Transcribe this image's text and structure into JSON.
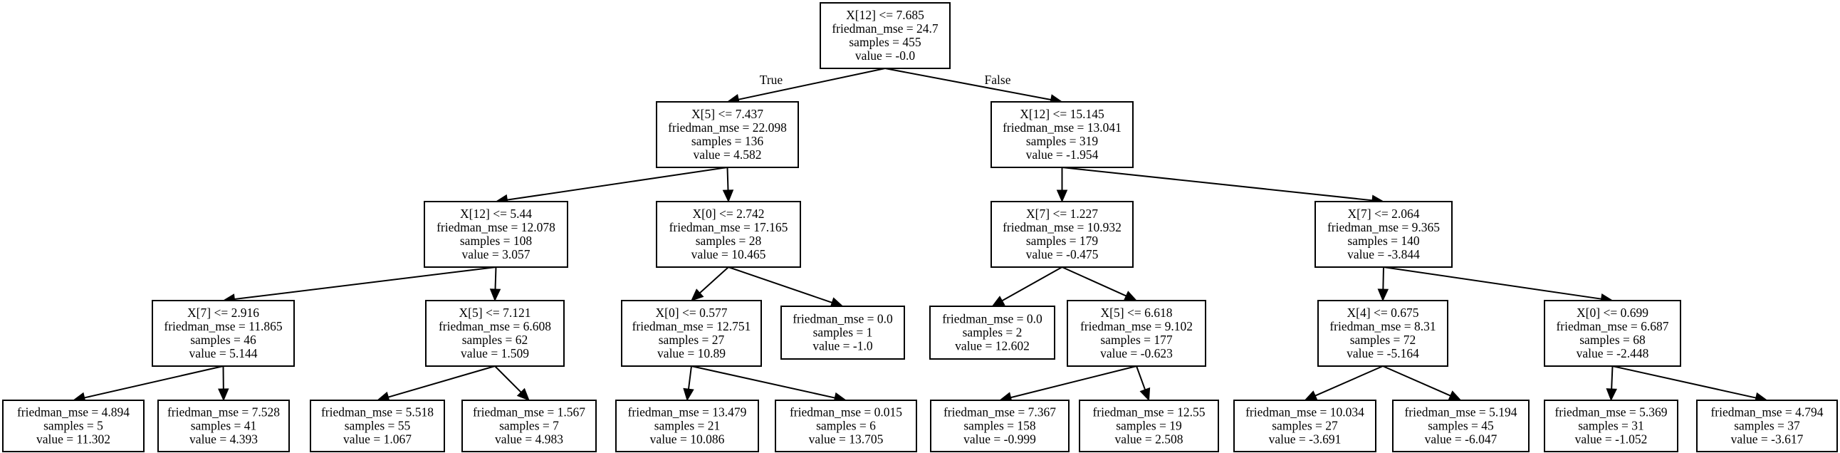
{
  "nodes": [
    {
      "id": "n0",
      "lines": [
        "X[12] <= 7.685",
        "friedman_mse = 24.7",
        "samples = 455",
        "value = -0.0"
      ]
    },
    {
      "id": "n1",
      "lines": [
        "X[5] <= 7.437",
        "friedman_mse = 22.098",
        "samples = 136",
        "value = 4.582"
      ]
    },
    {
      "id": "n2",
      "lines": [
        "X[12] <= 15.145",
        "friedman_mse = 13.041",
        "samples = 319",
        "value = -1.954"
      ]
    },
    {
      "id": "n3",
      "lines": [
        "X[12] <= 5.44",
        "friedman_mse = 12.078",
        "samples = 108",
        "value = 3.057"
      ]
    },
    {
      "id": "n4",
      "lines": [
        "X[0] <= 2.742",
        "friedman_mse = 17.165",
        "samples = 28",
        "value = 10.465"
      ]
    },
    {
      "id": "n5",
      "lines": [
        "X[7] <= 1.227",
        "friedman_mse = 10.932",
        "samples = 179",
        "value = -0.475"
      ]
    },
    {
      "id": "n6",
      "lines": [
        "X[7] <= 2.064",
        "friedman_mse = 9.365",
        "samples = 140",
        "value = -3.844"
      ]
    },
    {
      "id": "n7",
      "lines": [
        "X[7] <= 2.916",
        "friedman_mse = 11.865",
        "samples = 46",
        "value = 5.144"
      ]
    },
    {
      "id": "n8",
      "lines": [
        "X[5] <= 7.121",
        "friedman_mse = 6.608",
        "samples = 62",
        "value = 1.509"
      ]
    },
    {
      "id": "n9",
      "lines": [
        "X[0] <= 0.577",
        "friedman_mse = 12.751",
        "samples = 27",
        "value = 10.89"
      ]
    },
    {
      "id": "n10",
      "lines": [
        "friedman_mse = 0.0",
        "samples = 1",
        "value = -1.0"
      ]
    },
    {
      "id": "n11",
      "lines": [
        "friedman_mse = 0.0",
        "samples = 2",
        "value = 12.602"
      ]
    },
    {
      "id": "n12",
      "lines": [
        "X[5] <= 6.618",
        "friedman_mse = 9.102",
        "samples = 177",
        "value = -0.623"
      ]
    },
    {
      "id": "n13",
      "lines": [
        "X[4] <= 0.675",
        "friedman_mse = 8.31",
        "samples = 72",
        "value = -5.164"
      ]
    },
    {
      "id": "n14",
      "lines": [
        "X[0] <= 0.699",
        "friedman_mse = 6.687",
        "samples = 68",
        "value = -2.448"
      ]
    },
    {
      "id": "n15",
      "lines": [
        "friedman_mse = 4.894",
        "samples = 5",
        "value = 11.302"
      ]
    },
    {
      "id": "n16",
      "lines": [
        "friedman_mse = 7.528",
        "samples = 41",
        "value = 4.393"
      ]
    },
    {
      "id": "n17",
      "lines": [
        "friedman_mse = 5.518",
        "samples = 55",
        "value = 1.067"
      ]
    },
    {
      "id": "n18",
      "lines": [
        "friedman_mse = 1.567",
        "samples = 7",
        "value = 4.983"
      ]
    },
    {
      "id": "n19",
      "lines": [
        "friedman_mse = 13.479",
        "samples = 21",
        "value = 10.086"
      ]
    },
    {
      "id": "n20",
      "lines": [
        "friedman_mse = 0.015",
        "samples = 6",
        "value = 13.705"
      ]
    },
    {
      "id": "n21",
      "lines": [
        "friedman_mse = 7.367",
        "samples = 158",
        "value = -0.999"
      ]
    },
    {
      "id": "n22",
      "lines": [
        "friedman_mse = 12.55",
        "samples = 19",
        "value = 2.508"
      ]
    },
    {
      "id": "n23",
      "lines": [
        "friedman_mse = 10.034",
        "samples = 27",
        "value = -3.691"
      ]
    },
    {
      "id": "n24",
      "lines": [
        "friedman_mse = 5.194",
        "samples = 45",
        "value = -6.047"
      ]
    },
    {
      "id": "n25",
      "lines": [
        "friedman_mse = 5.369",
        "samples = 31",
        "value = -1.052"
      ]
    },
    {
      "id": "n26",
      "lines": [
        "friedman_mse = 4.794",
        "samples = 37",
        "value = -3.617"
      ]
    }
  ],
  "edges": [
    {
      "from": "n0",
      "to": "n1",
      "label": "True"
    },
    {
      "from": "n0",
      "to": "n2",
      "label": "False"
    },
    {
      "from": "n1",
      "to": "n3"
    },
    {
      "from": "n1",
      "to": "n4"
    },
    {
      "from": "n2",
      "to": "n5"
    },
    {
      "from": "n2",
      "to": "n6"
    },
    {
      "from": "n3",
      "to": "n7"
    },
    {
      "from": "n3",
      "to": "n8"
    },
    {
      "from": "n4",
      "to": "n9"
    },
    {
      "from": "n4",
      "to": "n10"
    },
    {
      "from": "n5",
      "to": "n11"
    },
    {
      "from": "n5",
      "to": "n12"
    },
    {
      "from": "n6",
      "to": "n13"
    },
    {
      "from": "n6",
      "to": "n14"
    },
    {
      "from": "n7",
      "to": "n15"
    },
    {
      "from": "n7",
      "to": "n16"
    },
    {
      "from": "n8",
      "to": "n17"
    },
    {
      "from": "n8",
      "to": "n18"
    },
    {
      "from": "n9",
      "to": "n19"
    },
    {
      "from": "n9",
      "to": "n20"
    },
    {
      "from": "n12",
      "to": "n21"
    },
    {
      "from": "n12",
      "to": "n22"
    },
    {
      "from": "n13",
      "to": "n23"
    },
    {
      "from": "n13",
      "to": "n24"
    },
    {
      "from": "n14",
      "to": "n25"
    },
    {
      "from": "n14",
      "to": "n26"
    }
  ]
}
